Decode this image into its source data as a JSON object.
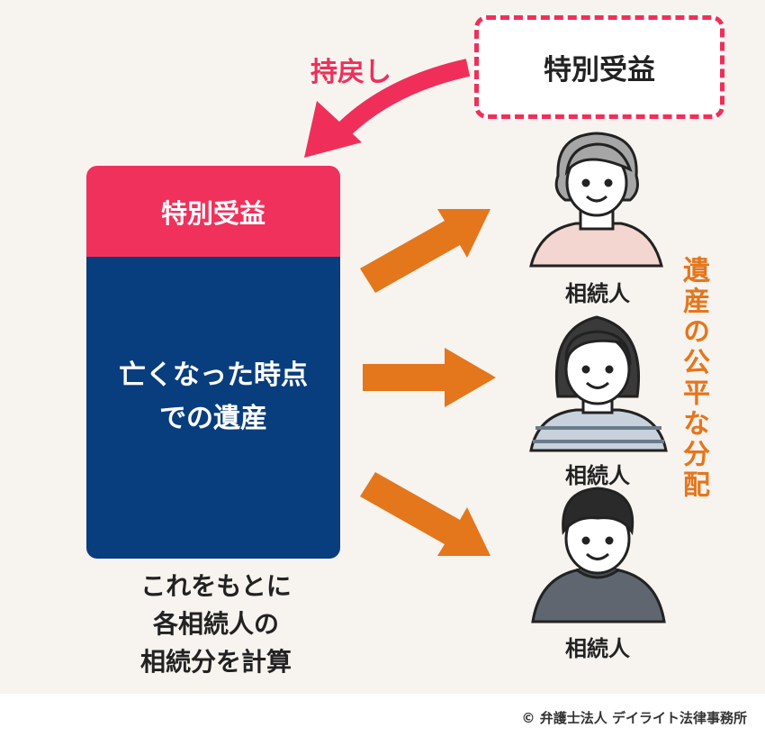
{
  "special_benefit_box": {
    "label": "特別受益"
  },
  "return_label": "持戻し",
  "estate": {
    "top_label": "特別受益",
    "main_line1": "亡くなった時点",
    "main_line2": "での遺産"
  },
  "caption": {
    "line1": "これをもとに",
    "line2": "各相続人の",
    "line3": "相続分を計算"
  },
  "heirs": [
    {
      "label": "相続人"
    },
    {
      "label": "相続人"
    },
    {
      "label": "相続人"
    }
  ],
  "fair_distribution_label": "遺産の公平な分配",
  "credit": "© 弁護士法人 デイライト法律事務所",
  "colors": {
    "accent_pink": "#ef2f5a",
    "estate_navy": "#083d7e",
    "arrow_orange": "#e4761c",
    "background": "#f7f3ef"
  }
}
